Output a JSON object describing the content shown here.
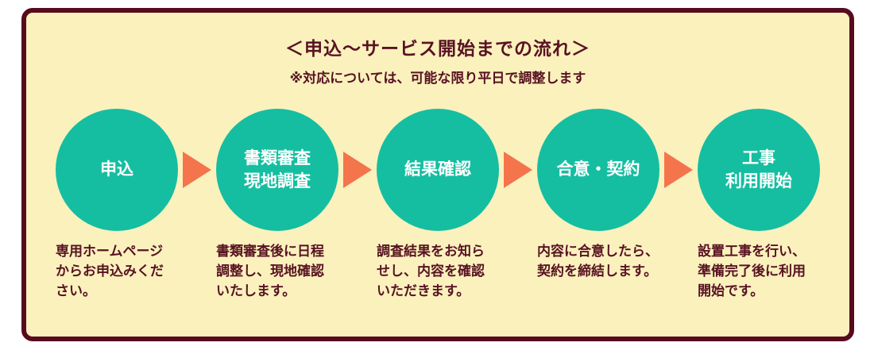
{
  "panel": {
    "title": "＜申込～サービス開始までの流れ＞",
    "subtitle": "※対応については、可能な限り平日で調整します",
    "colors": {
      "border": "#570B1E",
      "background": "#FAF1BD",
      "circle": "#15BEA1",
      "arrow": "#F4744C",
      "text": "#581222",
      "circle_text": "#FFFFFF"
    }
  },
  "steps": [
    {
      "label": "申込",
      "description": "専用ホームページ\nからお申込みくだ\nさい。"
    },
    {
      "label": "書類審査\n現地調査",
      "description": "書類審査後に日程\n調整し、現地確認\nいたします。"
    },
    {
      "label": "結果確認",
      "description": "調査結果をお知ら\nせし、内容を確認\nいただきます。"
    },
    {
      "label": "合意・契約",
      "description": "内容に合意したら、\n契約を締結します。"
    },
    {
      "label": "工事\n利用開始",
      "description": "設置工事を行い、\n準備完了後に利用\n開始です。"
    }
  ]
}
